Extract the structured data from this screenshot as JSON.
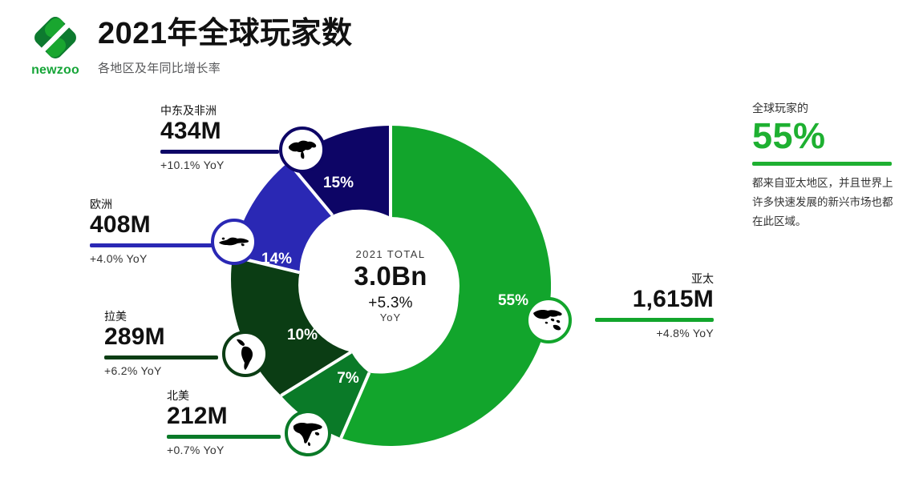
{
  "brand": {
    "name": "newzoo",
    "logo_icon": "newzoo-diamond-logo"
  },
  "header": {
    "title": "2021年全球玩家数",
    "subtitle": "各地区及年同比增长率"
  },
  "center": {
    "label": "2021 TOTAL",
    "total": "3.0Bn",
    "growth": "+5.3%",
    "growth_unit": "YoY"
  },
  "panel": {
    "kicker": "全球玩家的",
    "highlight": "55%",
    "body": "都来自亚太地区，并且世界上许多快速发展的新兴市场也都在此区域。",
    "accent_color": "#1eb031"
  },
  "chart_data": {
    "type": "pie",
    "title": "2021年全球玩家数",
    "subtitle": "各地区及年同比增长率",
    "total": "3.0Bn",
    "total_growth": "+5.3% YoY",
    "categories": [
      "亚太",
      "北美",
      "拉美",
      "欧洲",
      "中东及非洲"
    ],
    "values": [
      55,
      7,
      10,
      14,
      15
    ],
    "value_labels": [
      "55%",
      "7%",
      "10%",
      "14%",
      "15%"
    ],
    "absolute_labels": [
      "1,615M",
      "212M",
      "289M",
      "408M",
      "434M"
    ],
    "growth_labels": [
      "+4.8% YoY",
      "+0.7% YoY",
      "+6.2% YoY",
      "+4.0% YoY",
      "+10.1% YoY"
    ],
    "colors": [
      "#12a52c",
      "#0a7a28",
      "#0b3d14",
      "#2a28b4",
      "#0d0566"
    ],
    "legend": "none",
    "grid": false
  },
  "slices": [
    {
      "key": "apac",
      "region": "亚太",
      "value": "1,615M",
      "pct": "55%",
      "yoy": "+4.8% YoY",
      "color": "#12a52c",
      "map_icon": "asia-pacific-map-icon"
    },
    {
      "key": "na",
      "region": "北美",
      "value": "212M",
      "pct": "7%",
      "yoy": "+0.7% YoY",
      "color": "#0a7a28",
      "map_icon": "north-america-map-icon"
    },
    {
      "key": "latam",
      "region": "拉美",
      "value": "289M",
      "pct": "10%",
      "yoy": "+6.2% YoY",
      "color": "#0b3d14",
      "map_icon": "latin-america-map-icon"
    },
    {
      "key": "europe",
      "region": "欧洲",
      "value": "408M",
      "pct": "14%",
      "yoy": "+4.0% YoY",
      "color": "#2a28b4",
      "map_icon": "europe-map-icon"
    },
    {
      "key": "mea",
      "region": "中东及非洲",
      "value": "434M",
      "pct": "15%",
      "yoy": "+10.1% YoY",
      "color": "#0d0566",
      "map_icon": "middle-east-africa-map-icon"
    }
  ]
}
